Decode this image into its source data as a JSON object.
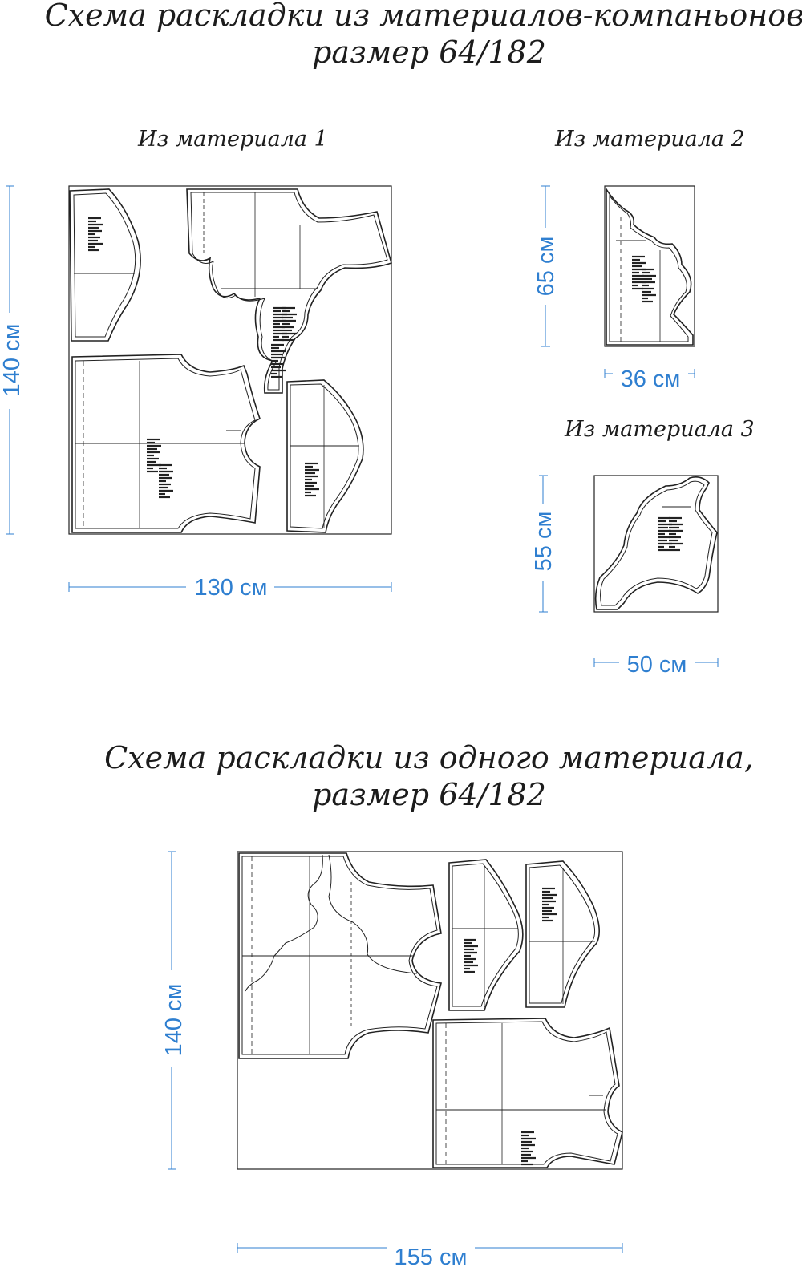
{
  "section1": {
    "title_line1": "Схема раскладки из материалов-компаньонов,",
    "title_line2": "размер 64/182",
    "material1": {
      "label": "Из материала 1",
      "width": "130 см",
      "height": "140 см"
    },
    "material2": {
      "label": "Из материала 2",
      "width": "36 см",
      "height": "65 см"
    },
    "material3": {
      "label": "Из материала 3",
      "width": "50 см",
      "height": "55 см"
    }
  },
  "section2": {
    "title_line1": "Схема раскладки из одного материала,",
    "title_line2": "размер 64/182",
    "width": "155 см",
    "height": "140 см"
  },
  "colors": {
    "dimension": "#2f7fd0",
    "outline": "#1c1c1c"
  }
}
